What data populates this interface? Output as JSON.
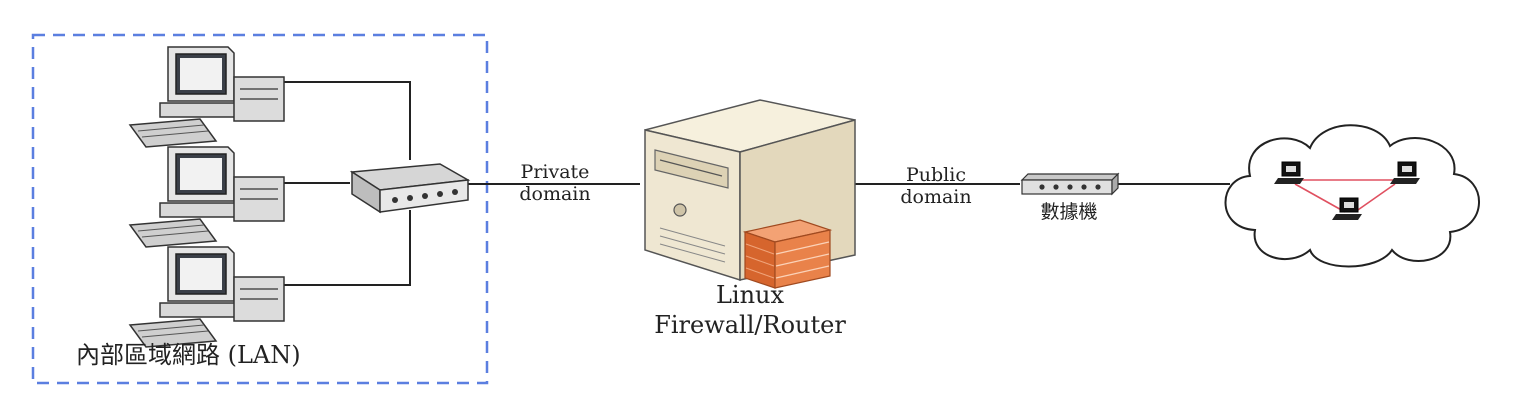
{
  "labels": {
    "lan": "內部區域網路 (LAN)",
    "private_line1": "Private",
    "private_line2": "domain",
    "public_line1": "Public",
    "public_line2": "domain",
    "modem": "數據機",
    "router_line1": "Linux",
    "router_line2": "Firewall/Router"
  },
  "colors": {
    "lan_border": "#5b7fe0",
    "line": "#222222",
    "cloud_link": "#e05060",
    "server_body": "#efe7d2",
    "firewall": "#e9824a"
  },
  "icons": [
    "computer-icon",
    "switch-icon",
    "server-icon",
    "firewall-icon",
    "modem-icon",
    "cloud-icon",
    "laptop-icon"
  ]
}
